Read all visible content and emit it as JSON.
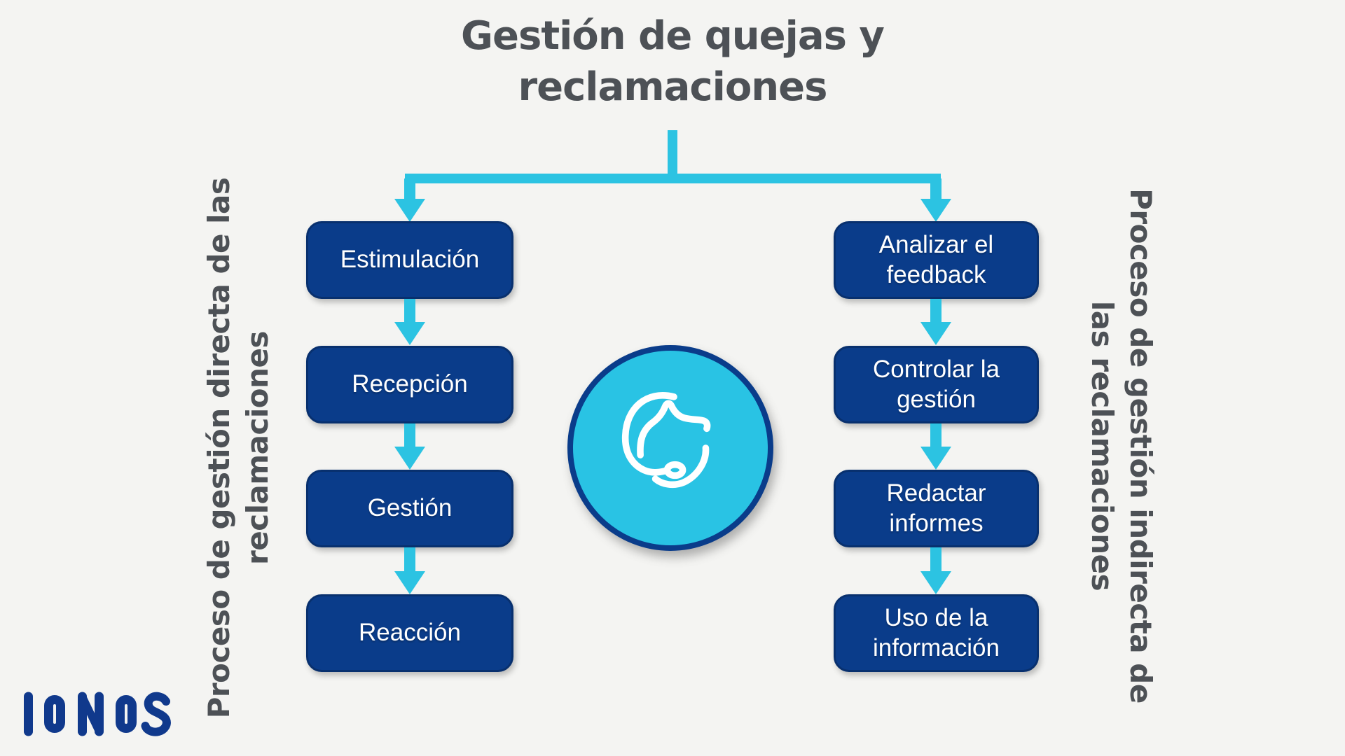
{
  "title": "Gestión de quejas y reclamaciones",
  "left_process": {
    "label": "Proceso de gestión directa de las reclamaciones",
    "steps": [
      "Estimulación",
      "Recepción",
      "Gestión",
      "Reacción"
    ]
  },
  "right_process": {
    "label": "Proceso de gestión indirecta de las reclamaciones",
    "steps": [
      "Analizar el feedback",
      "Controlar la gestión",
      "Redactar informes",
      "Uso de la información"
    ]
  },
  "center": {
    "icon": "customer-support-headset-icon"
  },
  "logo": {
    "text": "IONOS"
  },
  "colors": {
    "background": "#f4f4f2",
    "box_blue": "#0a3c8a",
    "box_border": "#08306e",
    "arrow_cyan": "#2cc3e2",
    "circle_cyan": "#29c3e4",
    "title_gray": "#4d5156",
    "logo_blue": "#10398c",
    "box_text": "#ffffff"
  }
}
